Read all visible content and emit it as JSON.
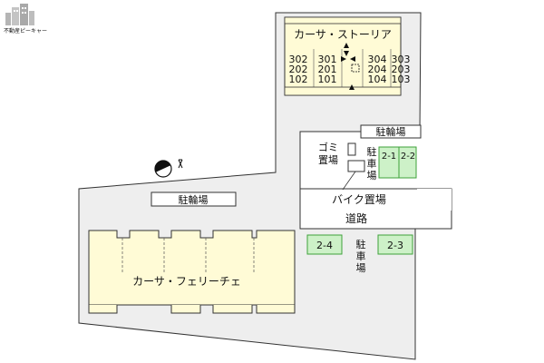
{
  "logo_text": "不動産ピーキャー",
  "north_label": "N",
  "buildings": {
    "north": {
      "name": "カーサ・ストーリア",
      "units_left": [
        [
          "302",
          "301"
        ],
        [
          "202",
          "201"
        ],
        [
          "102",
          "101"
        ]
      ],
      "units_right": [
        [
          "304",
          "303"
        ],
        [
          "204",
          "203"
        ],
        [
          "104",
          "103"
        ]
      ]
    },
    "south": {
      "name": "カーサ・フェリーチェ"
    }
  },
  "labels": {
    "bike_parking_north": "駐輪場",
    "bike_parking_south": "駐輪場",
    "garbage": [
      "ゴミ",
      "置場"
    ],
    "parking_vertical_top": [
      "駐",
      "車",
      "場"
    ],
    "parking_vertical_bottom": [
      "駐",
      "車",
      "場"
    ],
    "motorbike": "バイク置場",
    "road": "道路"
  },
  "parking_spaces": [
    "2-1",
    "2-2",
    "2-4",
    "2-3"
  ],
  "colors": {
    "building_fill": "#fffbd6",
    "lot_fill": "#eeeeee",
    "parking_fill": "#cdf1c8",
    "parking_stroke": "#3ea13a"
  }
}
